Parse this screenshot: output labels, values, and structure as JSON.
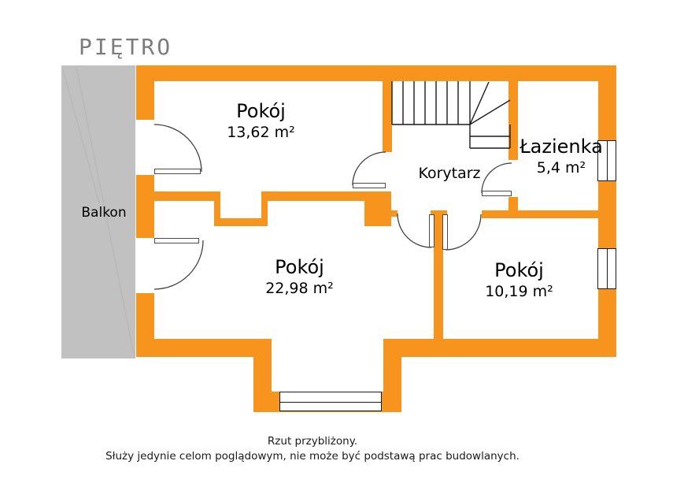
{
  "title": "PIĘTRO",
  "rooms": {
    "room_top": {
      "name": "Pokój",
      "area": "13,62 m²"
    },
    "room_big": {
      "name": "Pokój",
      "area": "22,98 m²"
    },
    "room_small": {
      "name": "Pokój",
      "area": "10,19 m²"
    },
    "bathroom": {
      "name": "Łazienka",
      "area": "5,4 m²"
    },
    "corridor": {
      "name": "Korytarz"
    },
    "balcony": {
      "name": "Balkon"
    }
  },
  "footer": {
    "line1": "Rzut przybliżony.",
    "line2": "Służy jedynie celom poglądowym, nie może być podstawą prac budowlanych."
  },
  "colors": {
    "wall_orange": "#F7941E",
    "balcony_gray": "#C1C1C1",
    "line_black": "#1A1A1A",
    "title_gray": "#7C7C7C"
  }
}
